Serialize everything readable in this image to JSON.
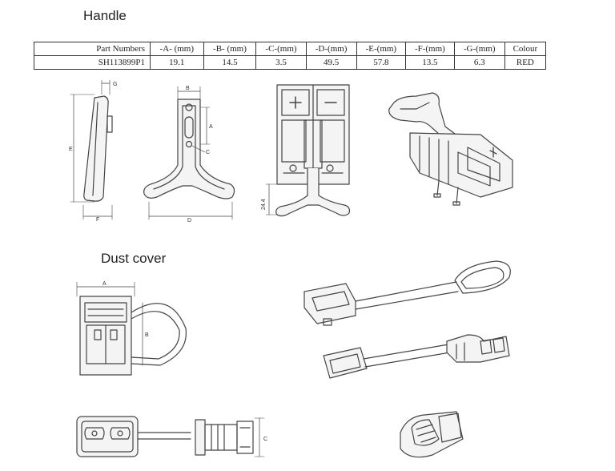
{
  "sections": {
    "handle_title": "Handle",
    "dust_cover_title": "Dust cover"
  },
  "table": {
    "headers": [
      "Part Numbers",
      "-A- (mm)",
      "-B- (mm)",
      "-C-(mm)",
      "-D-(mm)",
      "-E-(mm)",
      "-F-(mm)",
      "-G-(mm)",
      "Colour"
    ],
    "row": [
      "SH113899P1",
      "19.1",
      "14.5",
      "3.5",
      "49.5",
      "57.8",
      "13.5",
      "6.3",
      "RED"
    ]
  },
  "dimension_labels": {
    "handle_side_g": "G",
    "handle_side_e": "E",
    "handle_side_f": "F",
    "handle_front_b": "B",
    "handle_front_a": "A",
    "handle_front_c": "C",
    "handle_front_d": "D",
    "connector_height": "24.4",
    "dust_a": "A",
    "dust_b": "B",
    "dust_c": "C"
  },
  "colors": {
    "line": "#444444",
    "fill": "#f4f4f4"
  }
}
